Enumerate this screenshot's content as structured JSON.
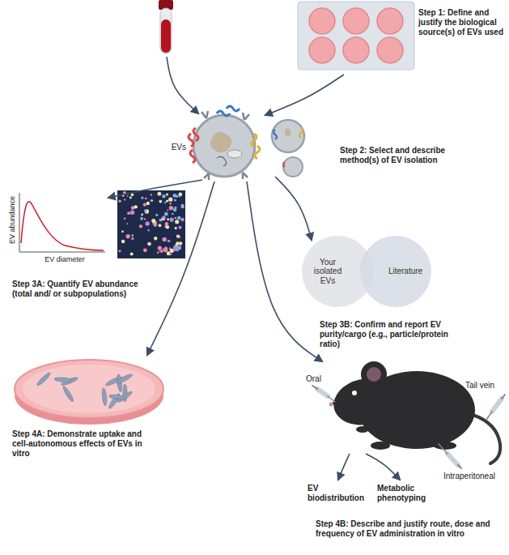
{
  "diagram": {
    "nodes": [
      {
        "text": [
          "Your isolated EVs"
        ]
      },
      {
        "text": [
          "Literature"
        ]
      }
    ],
    "labels": [
      "Step 1: Define and justify the biological source(s) of EVs used",
      "EVs",
      "Step 2: Select and describe method(s) of EV isolation",
      "EV abundance",
      "EV diameter",
      "Step 3A: Quantify EV abundance (total and/ or subpopulations)",
      "Step 3B: Confirm and report EV purity/cargo (e.g., particle/protein ratio)",
      "Step 4A: Demonstrate uptake and cell-autonomous effects of EVs in vitro",
      "Oral",
      "Tail vein",
      "Intraperitoneal",
      "EV biodistribution",
      "Metabolic phenotyping",
      "Step 4B: Describe and justify route, dose and frequency of EV administration in vitro"
    ]
  }
}
